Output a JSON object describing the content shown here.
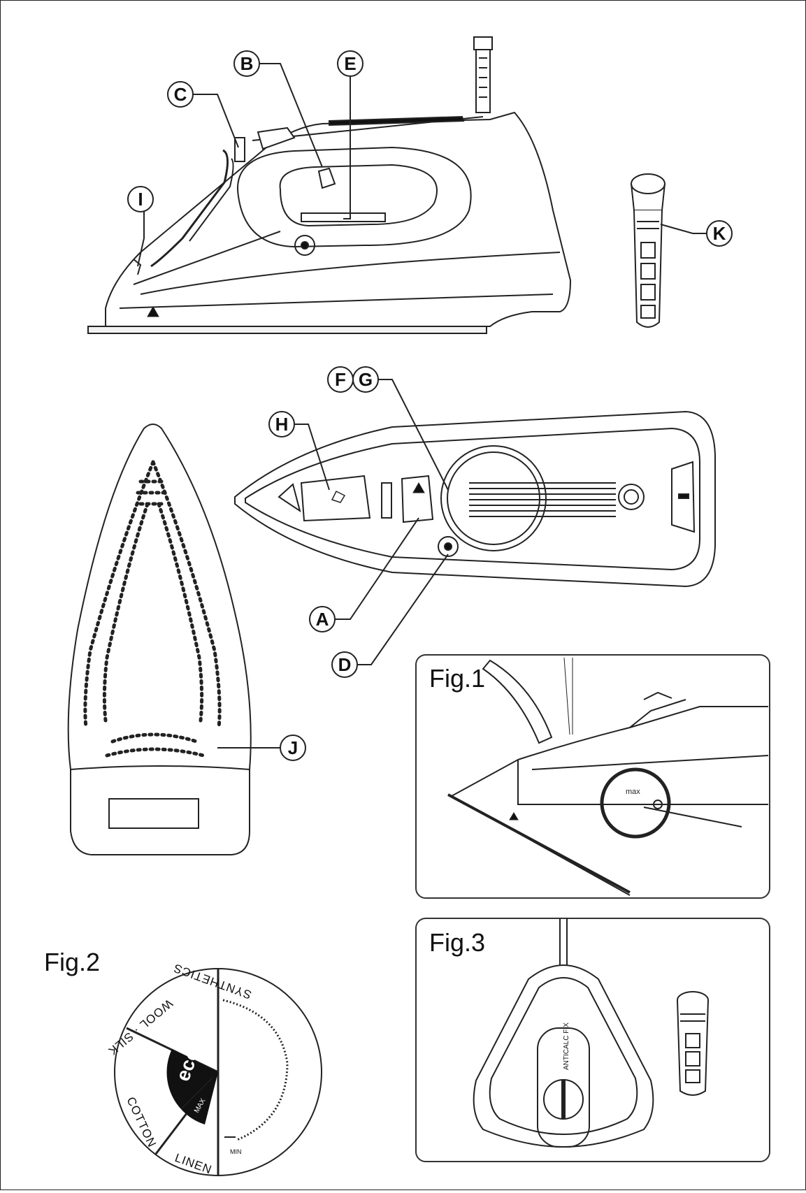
{
  "callouts": {
    "A": "A",
    "B": "B",
    "C": "C",
    "D": "D",
    "E": "E",
    "F": "F",
    "G": "G",
    "H": "H",
    "I": "I",
    "J": "J",
    "K": "K"
  },
  "figures": {
    "fig1": {
      "title": "Fig.1",
      "marker": "max"
    },
    "fig2": {
      "title": "Fig.2",
      "dial_labels": [
        "SYNTHETICS",
        "WOOL · SILK",
        "COTTON",
        "LINEN"
      ],
      "eco_label": "eco",
      "max_label": "MAX",
      "min_label": "MIN"
    },
    "fig3": {
      "title": "Fig.3",
      "valve_label": "ANTICALC FIX"
    }
  },
  "colors": {
    "line": "#222222",
    "frame": "#333333",
    "accent_black": "#111111"
  }
}
